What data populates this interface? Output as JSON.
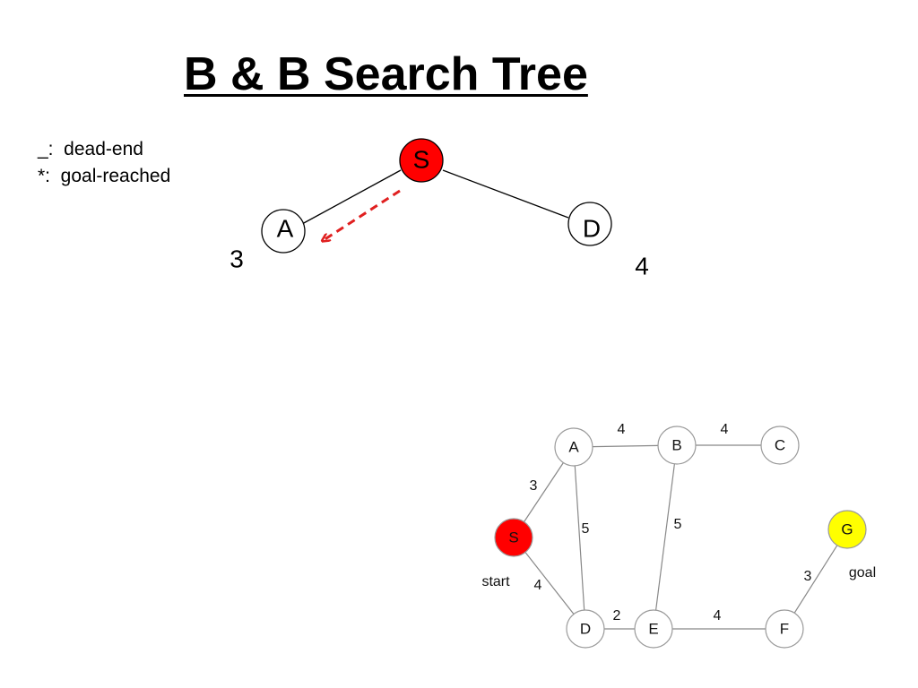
{
  "title": "B & B Search Tree",
  "legend": {
    "dead_end": "_:  dead-end",
    "goal_reached": "*:  goal-reached"
  },
  "colors": {
    "start_fill": "#ff0000",
    "goal_fill": "#ffff00",
    "node_fill": "#ffffff",
    "arrow": "#e02020",
    "edge": "#000000",
    "graph_edge": "#888888"
  },
  "search_tree": {
    "root": {
      "id": "S",
      "label": "S"
    },
    "children": [
      {
        "id": "A",
        "label": "A",
        "cost": "3"
      },
      {
        "id": "D",
        "label": "D",
        "cost": "4"
      }
    ],
    "expanding": {
      "from": "S",
      "to": "A",
      "style": "dashed-arrow"
    }
  },
  "graph": {
    "nodes": [
      {
        "id": "S",
        "label": "S",
        "role": "start"
      },
      {
        "id": "A",
        "label": "A",
        "role": "normal"
      },
      {
        "id": "B",
        "label": "B",
        "role": "normal"
      },
      {
        "id": "C",
        "label": "C",
        "role": "normal"
      },
      {
        "id": "D",
        "label": "D",
        "role": "normal"
      },
      {
        "id": "E",
        "label": "E",
        "role": "normal"
      },
      {
        "id": "F",
        "label": "F",
        "role": "normal"
      },
      {
        "id": "G",
        "label": "G",
        "role": "goal"
      }
    ],
    "edges": [
      {
        "from": "S",
        "to": "A",
        "weight": "3"
      },
      {
        "from": "S",
        "to": "D",
        "weight": "4"
      },
      {
        "from": "A",
        "to": "B",
        "weight": "4"
      },
      {
        "from": "A",
        "to": "D",
        "weight": "5"
      },
      {
        "from": "B",
        "to": "C",
        "weight": "4"
      },
      {
        "from": "B",
        "to": "E",
        "weight": "5"
      },
      {
        "from": "D",
        "to": "E",
        "weight": "2"
      },
      {
        "from": "E",
        "to": "F",
        "weight": "4"
      },
      {
        "from": "F",
        "to": "G",
        "weight": "3"
      }
    ],
    "annotations": {
      "start": "start",
      "goal": "goal"
    }
  }
}
